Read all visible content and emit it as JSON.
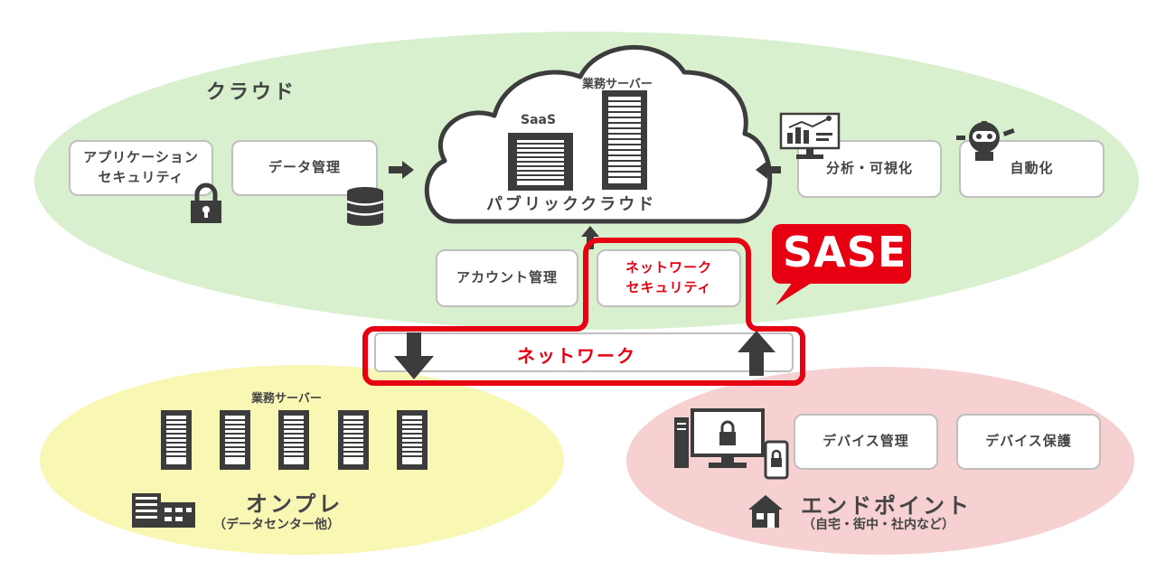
{
  "cloud_zone": {
    "label": "クラウド",
    "app_security": [
      "アプリケーション",
      "セキュリティ"
    ],
    "data_management": "データ管理",
    "public_cloud": {
      "saas_label": "SaaS",
      "server_label": "業務サーバー",
      "label": "パブリッククラウド"
    },
    "analytics": "分析・可視化",
    "automation": "自動化",
    "account_management": "アカウント管理",
    "network_security": [
      "ネットワーク",
      "セキュリティ"
    ]
  },
  "sase": {
    "label": "SASE",
    "color": "#e60012"
  },
  "network": {
    "label": "ネットワーク"
  },
  "on_premise": {
    "server_label": "業務サーバー",
    "title": "オンプレ",
    "subtitle": "（データセンター他）"
  },
  "endpoint": {
    "device_management": "デバイス管理",
    "device_protection": "デバイス保護",
    "title": "エンドポイント",
    "subtitle": "（自宅・街中・社内など）"
  },
  "colors": {
    "cloud_bg": "#d9f0cf",
    "onprem_bg": "#f9f7b4",
    "endpoint_bg": "#f7d1d1",
    "icon_dark": "#3c3c3c",
    "accent_red": "#e60012"
  }
}
